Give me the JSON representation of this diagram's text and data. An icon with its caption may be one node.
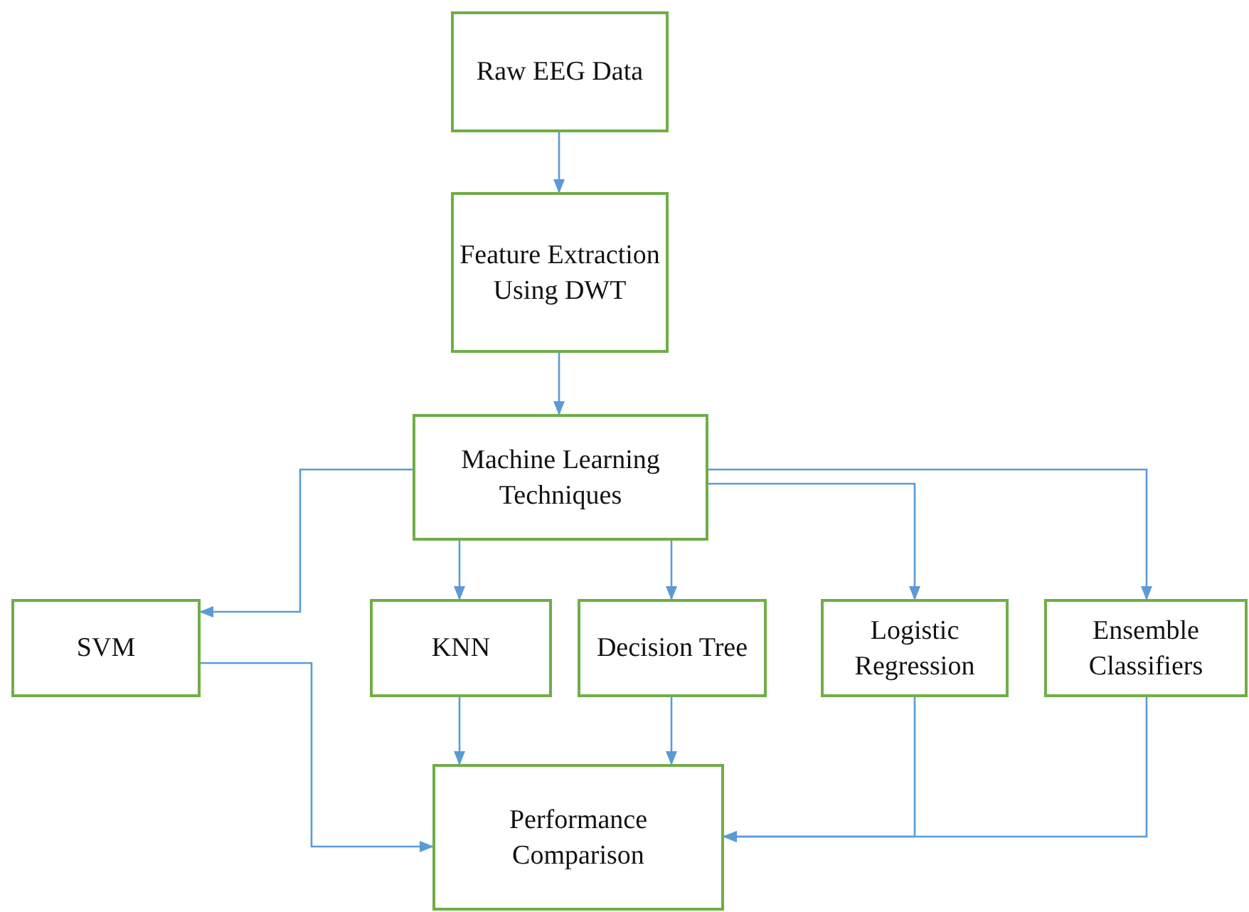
{
  "diagram": {
    "nodes": [
      {
        "text": [
          "Raw EEG Data"
        ]
      },
      {
        "text": [
          "Feature Extraction Using DWT"
        ]
      },
      {
        "text": [
          "Machine Learning Techniques"
        ]
      },
      {
        "text": [
          "SVM"
        ]
      },
      {
        "text": [
          "KNN"
        ]
      },
      {
        "text": [
          "Decision Tree"
        ]
      },
      {
        "text": [
          "Logistic Regression"
        ]
      },
      {
        "text": [
          "Ensemble Classifiers"
        ]
      },
      {
        "text": [
          "Performance Comparison"
        ]
      }
    ],
    "edges": [
      {
        "from": 0,
        "to": 1,
        "arrow": "to"
      },
      {
        "from": 1,
        "to": 2,
        "arrow": "to"
      },
      {
        "from": 2,
        "to": 3,
        "arrow": "to"
      },
      {
        "from": 2,
        "to": 4,
        "arrow": "to"
      },
      {
        "from": 2,
        "to": 5,
        "arrow": "to"
      },
      {
        "from": 2,
        "to": 6,
        "arrow": "to"
      },
      {
        "from": 2,
        "to": 7,
        "arrow": "to"
      },
      {
        "from": 3,
        "to": 8,
        "arrow": "to"
      },
      {
        "from": 4,
        "to": 8,
        "arrow": "to"
      },
      {
        "from": 5,
        "to": 8,
        "arrow": "to"
      },
      {
        "from": 6,
        "to": 8,
        "arrow": "to"
      },
      {
        "from": 7,
        "to": 8,
        "arrow": "to"
      }
    ]
  }
}
